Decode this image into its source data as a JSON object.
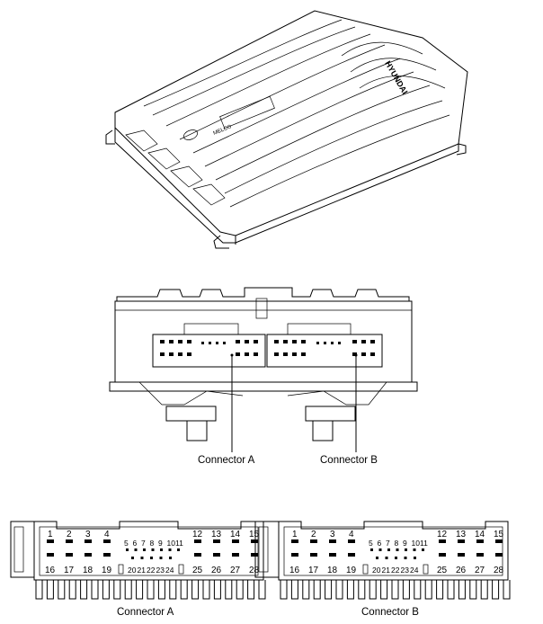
{
  "iso_view": {
    "brand_text": "HYUNDAI",
    "model_text": "MELCO"
  },
  "front_view": {
    "callouts": [
      {
        "id": "a",
        "label": "Connector A"
      },
      {
        "id": "b",
        "label": "Connector B"
      }
    ]
  },
  "pin_view": {
    "connectors": [
      {
        "id": "a",
        "label": "Connector A",
        "top_left": [
          "1",
          "2",
          "3",
          "4"
        ],
        "top_mid": [
          "5",
          "6",
          "7",
          "8",
          "9",
          "10",
          "11"
        ],
        "top_right": [
          "12",
          "13",
          "14",
          "15"
        ],
        "bot_left": [
          "16",
          "17",
          "18",
          "19"
        ],
        "bot_mid": [
          "20",
          "21",
          "22",
          "23",
          "24"
        ],
        "bot_right": [
          "25",
          "26",
          "27",
          "28"
        ]
      },
      {
        "id": "b",
        "label": "Connector B",
        "top_left": [
          "1",
          "2",
          "3",
          "4"
        ],
        "top_mid": [
          "5",
          "6",
          "7",
          "8",
          "9",
          "10",
          "11"
        ],
        "top_right": [
          "12",
          "13",
          "14",
          "15"
        ],
        "bot_left": [
          "16",
          "17",
          "18",
          "19"
        ],
        "bot_mid": [
          "20",
          "21",
          "22",
          "23",
          "24"
        ],
        "bot_right": [
          "25",
          "26",
          "27",
          "28"
        ]
      }
    ]
  }
}
